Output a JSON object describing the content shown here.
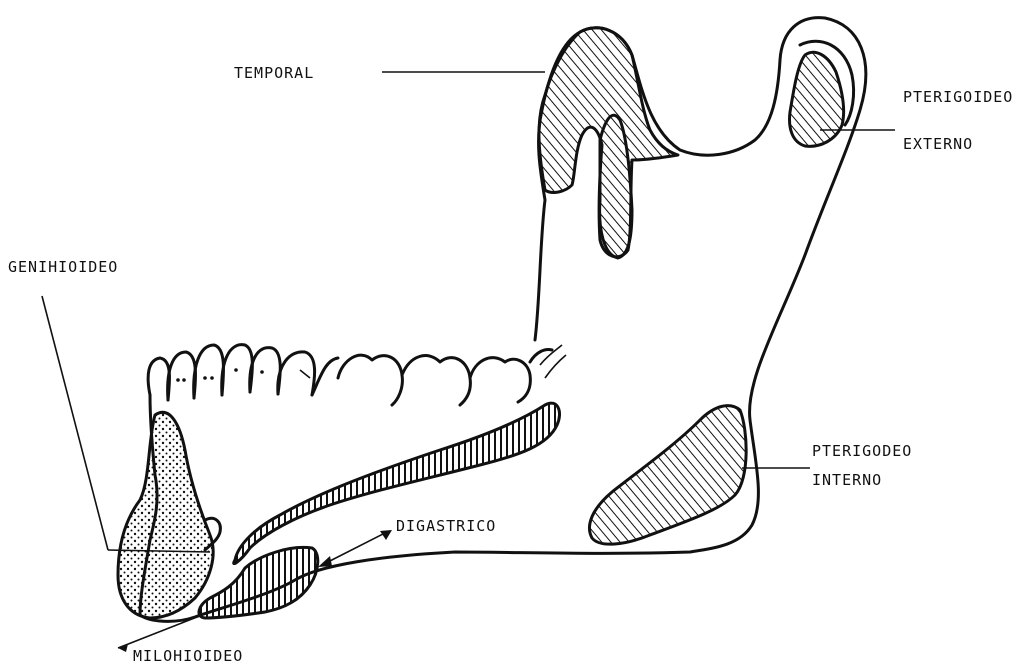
{
  "labels": {
    "temporal": "TEMPORAL",
    "pterigoideo_externo_1": "PTERIGOIDEO",
    "pterigoideo_externo_2": "EXTERNO",
    "genihioideo": "GENIHIOIDEO",
    "pterigodeo_interno_1": "PTERIGODEO",
    "pterigodeo_interno_2": "INTERNO",
    "digastrico": "DIGASTRICO",
    "milohioideo": "MILOHIOIDEO"
  }
}
